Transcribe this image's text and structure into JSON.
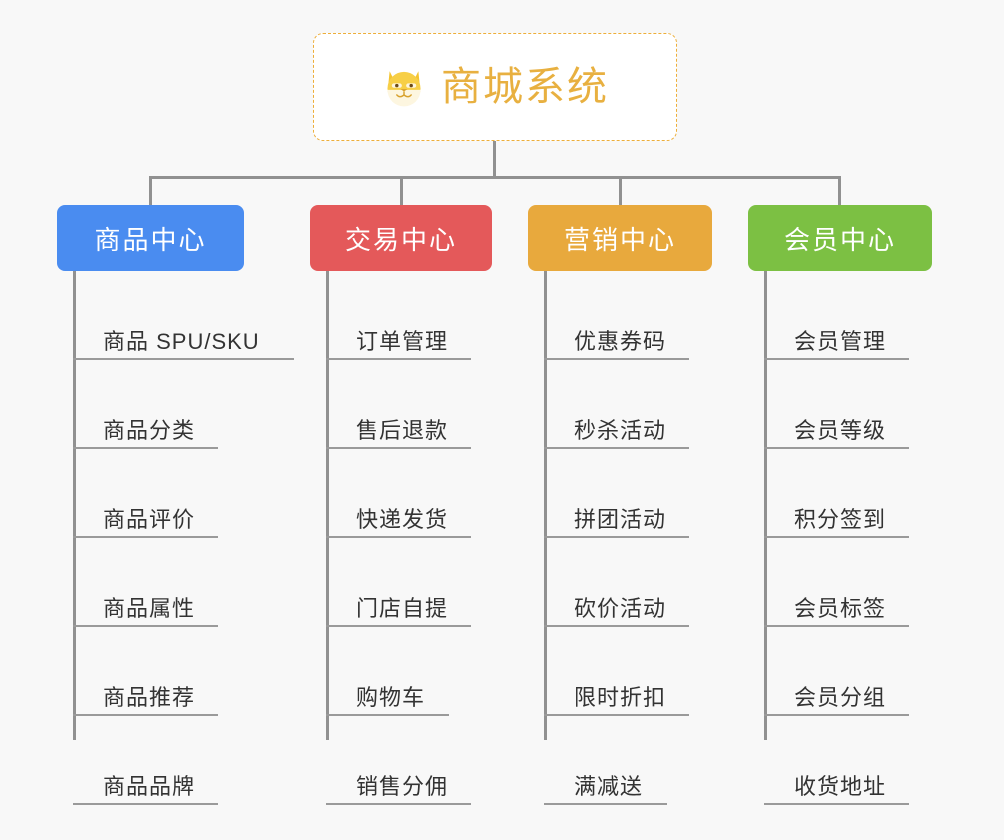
{
  "page": {
    "background_color": "#f8f8f8",
    "diagram_type": "organization-tree"
  },
  "root": {
    "title": "商城系统",
    "icon": "shiba-dog-face-icon",
    "border_color": "#edae3a",
    "title_color": "#e8b040",
    "background_color": "#ffffff"
  },
  "connector": {
    "color": "#919191"
  },
  "columns": [
    {
      "header": "商品中心",
      "color": "#4a8cf0",
      "items": [
        "商品 SPU/SKU",
        "商品分类",
        "商品评价",
        "商品属性",
        "商品推荐",
        "商品品牌"
      ]
    },
    {
      "header": "交易中心",
      "color": "#e4595a",
      "items": [
        "订单管理",
        "售后退款",
        "快递发货",
        "门店自提",
        "购物车",
        "销售分佣"
      ]
    },
    {
      "header": "营销中心",
      "color": "#e8a93d",
      "items": [
        "优惠券码",
        "秒杀活动",
        "拼团活动",
        "砍价活动",
        "限时折扣",
        "满减送"
      ]
    },
    {
      "header": "会员中心",
      "color": "#7cc043",
      "items": [
        "会员管理",
        "会员等级",
        "积分签到",
        "会员标签",
        "会员分组",
        "收货地址"
      ]
    }
  ]
}
